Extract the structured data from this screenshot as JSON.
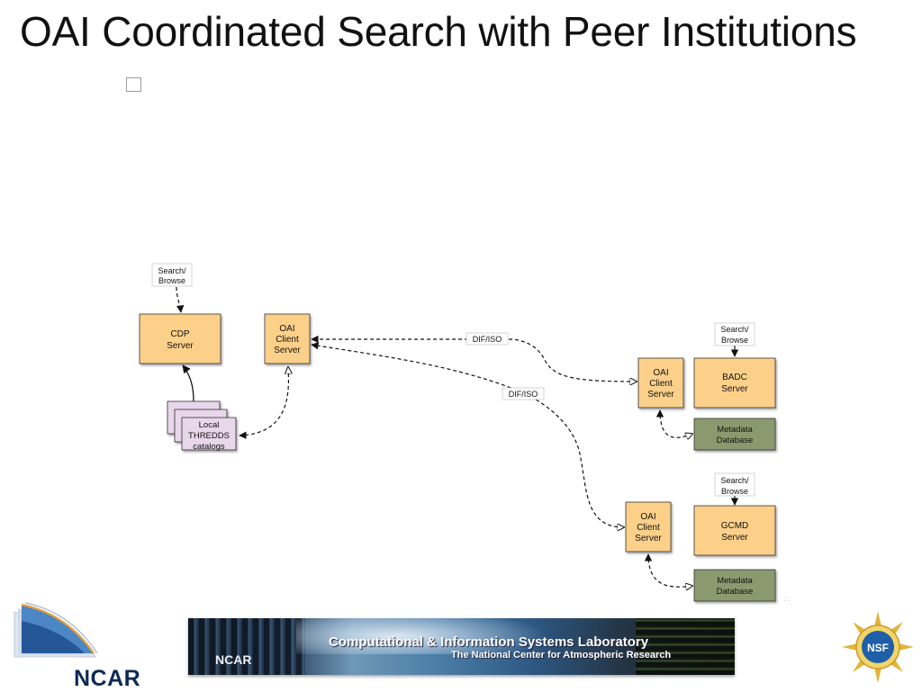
{
  "slide": {
    "title": "OAI Coordinated Search with Peer Institutions"
  },
  "diagram": {
    "nodes": {
      "search_browse_left": [
        "Search/",
        "Browse"
      ],
      "cdp_server": [
        "CDP",
        "Server"
      ],
      "oai_client_ncar": [
        "OAI",
        "Client",
        "Server"
      ],
      "local_thredds": [
        "Local",
        "THREDDS",
        "catalogs"
      ],
      "search_browse_badc": [
        "Search/",
        "Browse"
      ],
      "oai_client_badc": [
        "OAI",
        "Client",
        "Server"
      ],
      "badc_server": [
        "BADC",
        "Server"
      ],
      "metadata_db_badc": [
        "Metadata",
        "Database"
      ],
      "search_browse_gcmd": [
        "Search/",
        "Browse"
      ],
      "oai_client_gcmd": [
        "OAI",
        "Client",
        "Server"
      ],
      "gcmd_server": [
        "GCMD",
        "Server"
      ],
      "metadata_db_gcmd": [
        "Metadata",
        "Database"
      ]
    },
    "edge_labels": {
      "dif_iso_top": "DIF/ISO",
      "dif_iso_middle": "DIF/ISO"
    },
    "colors": {
      "server_fill": "#fdd08a",
      "catalog_fill": "#e8d6ea",
      "database_fill": "#8b9a6e"
    }
  },
  "footer": {
    "ncar_logo_text": "NCAR",
    "banner": {
      "left_text": "NCAR",
      "title": "Computational & Information Systems Laboratory",
      "subtitle": "The National Center for Atmospheric Research"
    },
    "nsf_logo_text": "NSF"
  }
}
